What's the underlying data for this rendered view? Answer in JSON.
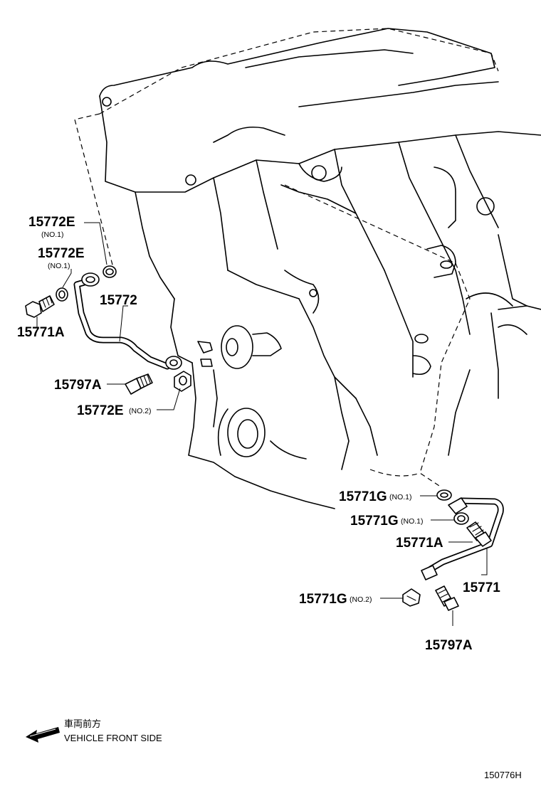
{
  "callouts": {
    "c1": {
      "part": "15772E",
      "qualifier": "(NO.1)"
    },
    "c2": {
      "part": "15772E",
      "qualifier": "(NO.1)"
    },
    "c3": {
      "part": "15771A",
      "qualifier": ""
    },
    "c4": {
      "part": "15772",
      "qualifier": ""
    },
    "c5": {
      "part": "15797A",
      "qualifier": ""
    },
    "c6": {
      "part": "15772E",
      "qualifier": "(NO.2)"
    },
    "c7": {
      "part": "15771G",
      "qualifier": "(NO.1)"
    },
    "c8": {
      "part": "15771G",
      "qualifier": "(NO.1)"
    },
    "c9": {
      "part": "15771A",
      "qualifier": ""
    },
    "c10": {
      "part": "15771",
      "qualifier": ""
    },
    "c11": {
      "part": "15771G",
      "qualifier": "(NO.2)"
    },
    "c12": {
      "part": "15797A",
      "qualifier": ""
    }
  },
  "legend": {
    "arrow_icon": "left-arrow-icon",
    "label_jp": "車両前方",
    "label_en": "VEHICLE FRONT SIDE"
  },
  "figure_code": "150776H"
}
